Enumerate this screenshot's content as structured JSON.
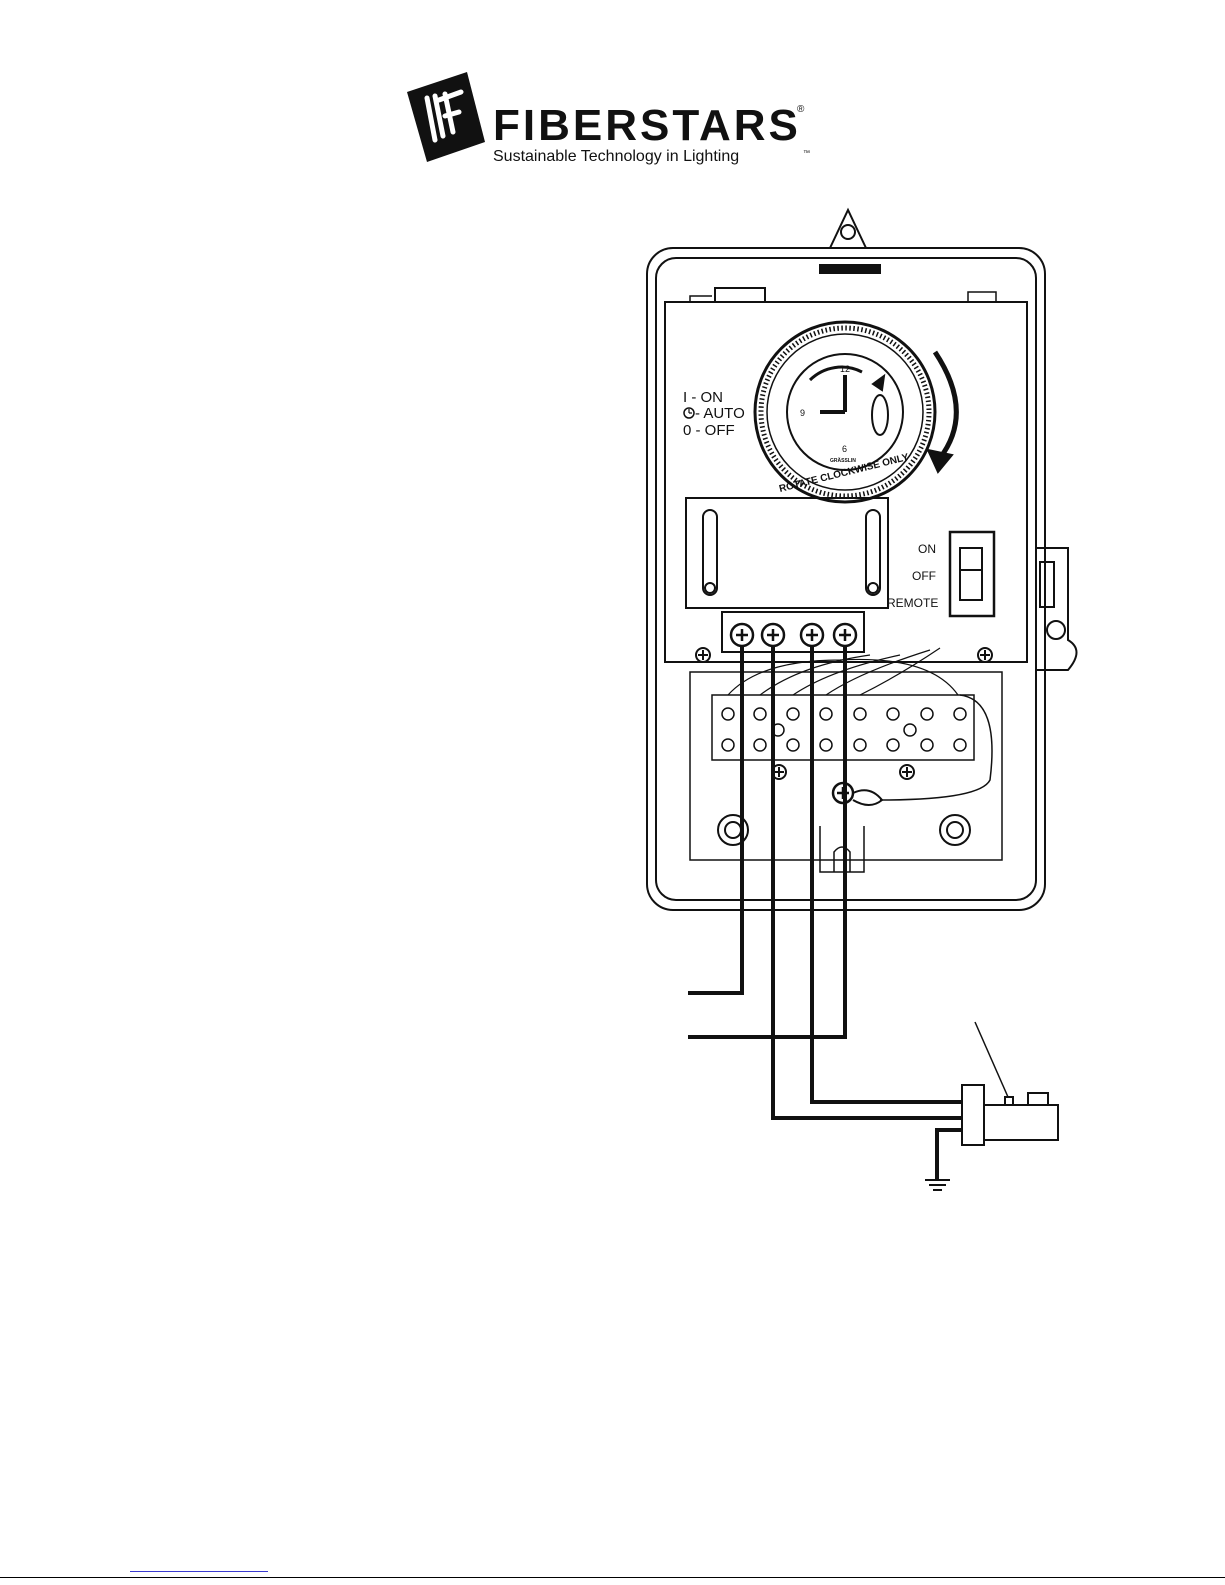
{
  "logo": {
    "brand": "FIBERSTARS",
    "tagline": "Sustainable Technology in Lighting",
    "registered_mark": "®",
    "trademark_mark": "™"
  },
  "timer": {
    "mode_legend": [
      "I - ON",
      "- AUTO",
      "0 - OFF"
    ],
    "dial_note": "ROTATE CLOCKWISE ONLY",
    "dial_brand": "GRÄSSLIN",
    "dial_numbers": [
      "12",
      "9",
      "6"
    ]
  },
  "switch": {
    "positions": [
      "ON",
      "OFF",
      "REMOTE"
    ]
  },
  "colors": {
    "line": "#111111",
    "background": "#ffffff",
    "footer_link": "#3a3ad0"
  }
}
